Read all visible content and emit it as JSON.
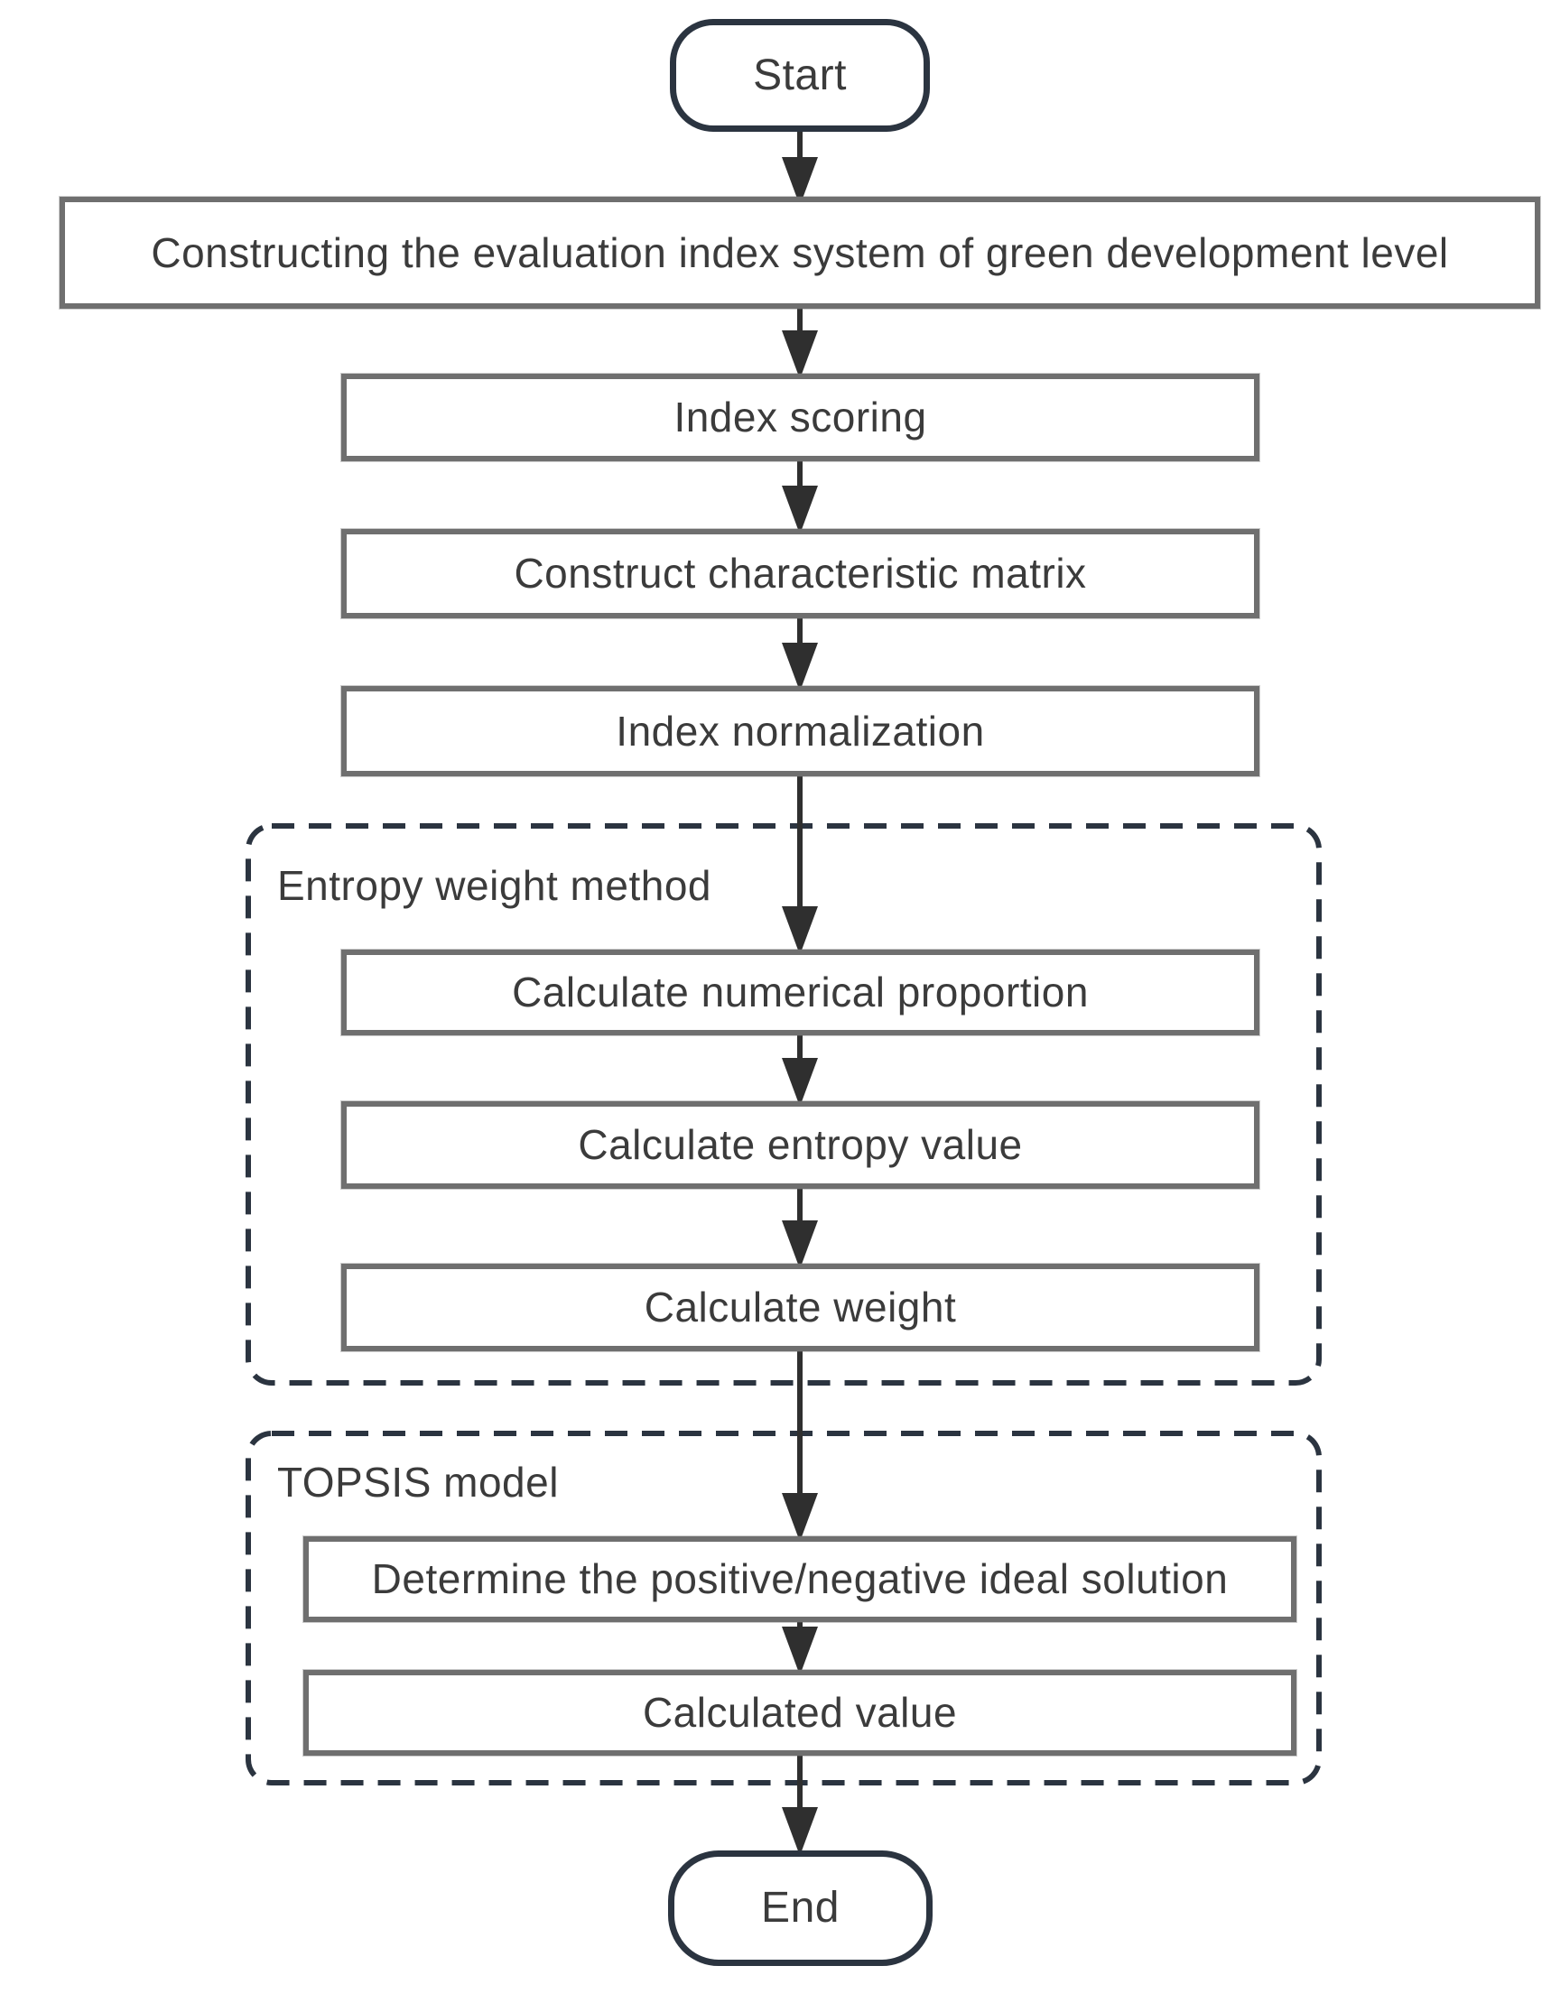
{
  "flowchart": {
    "nodes": {
      "start": "Start",
      "build_index_system": "Constructing the evaluation index system of green development level",
      "index_scoring": "Index scoring",
      "characteristic_matrix": "Construct characteristic matrix",
      "index_normalization": "Index normalization",
      "numerical_proportion": "Calculate numerical proportion",
      "entropy_value": "Calculate entropy value",
      "weight": "Calculate weight",
      "ideal_solution": "Determine the positive/negative ideal solution",
      "calculated_value": "Calculated value",
      "end": "End"
    },
    "groups": {
      "entropy_method": "Entropy weight method",
      "topsis_model": "TOPSIS model"
    },
    "colors": {
      "process_border": "#6f6f6f",
      "terminal_border": "#2b3440",
      "group_border": "#2b3440",
      "arrow": "#2f2f2f",
      "text": "#3b3b3b",
      "background": "#ffffff"
    }
  }
}
